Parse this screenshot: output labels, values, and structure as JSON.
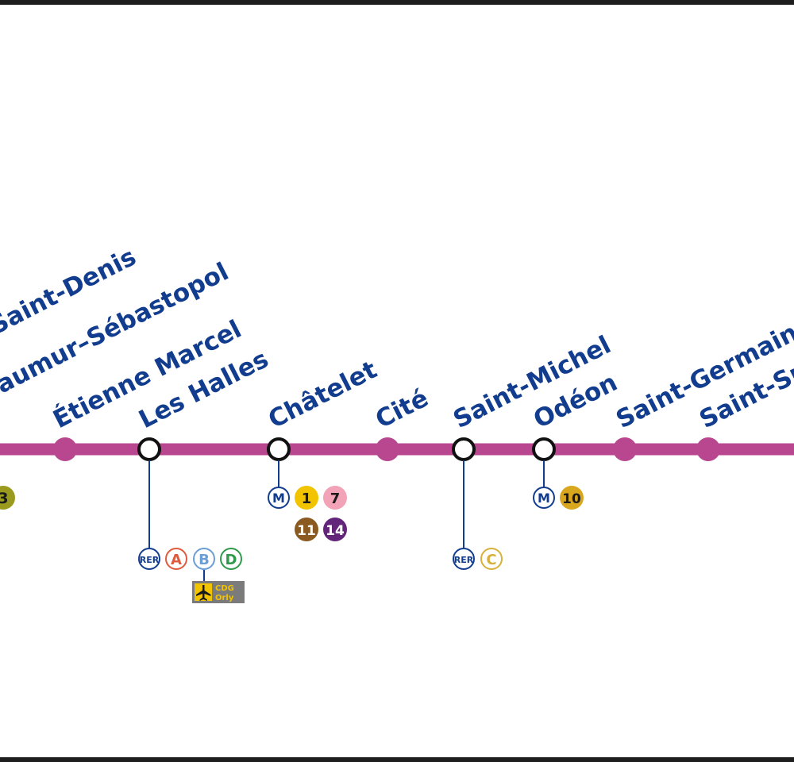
{
  "map": {
    "line_color": "#b8478f",
    "label_color": "#123d8f",
    "stations": [
      {
        "name": "Saint-Denis",
        "type": "stop"
      },
      {
        "name": "aumur–Sébastopol",
        "type": "stop"
      },
      {
        "name": "Étienne Marcel",
        "type": "stop"
      },
      {
        "name": "Les Halles",
        "type": "interchange"
      },
      {
        "name": "Châtelet",
        "type": "interchange"
      },
      {
        "name": "Cité",
        "type": "stop"
      },
      {
        "name": "Saint-Michel",
        "type": "interchange"
      },
      {
        "name": "Odéon",
        "type": "interchange"
      },
      {
        "name": "Saint-Germain-",
        "type": "stop"
      },
      {
        "name": "Saint-Su",
        "type": "stop"
      }
    ],
    "connections": {
      "edge_metro": {
        "line": "3",
        "color": "#9a9a1e"
      },
      "les_halles": {
        "rer_label": "RER",
        "rer_lines": [
          {
            "line": "A",
            "color": "#e05a3c"
          },
          {
            "line": "B",
            "color": "#6b9ed6"
          },
          {
            "line": "D",
            "color": "#2f9a4a"
          }
        ],
        "airport_icon": "airplane-icon",
        "airport_lines": [
          "CDG",
          "Orly"
        ]
      },
      "chatelet": {
        "metro_label": "M",
        "metro_lines": [
          {
            "line": "1",
            "color": "#f2c400",
            "text": "#1a1a1a"
          },
          {
            "line": "7",
            "color": "#f2a3b8",
            "text": "#1a1a1a"
          },
          {
            "line": "11",
            "color": "#8a5a20",
            "text": "#ffffff"
          },
          {
            "line": "14",
            "color": "#63257a",
            "text": "#ffffff"
          }
        ]
      },
      "saint_michel": {
        "rer_label": "RER",
        "rer_lines": [
          {
            "line": "C",
            "color": "#d8b13a"
          }
        ]
      },
      "odeon": {
        "metro_label": "M",
        "metro_lines": [
          {
            "line": "10",
            "color": "#d9a71e",
            "text": "#1a1a1a"
          }
        ]
      }
    }
  }
}
